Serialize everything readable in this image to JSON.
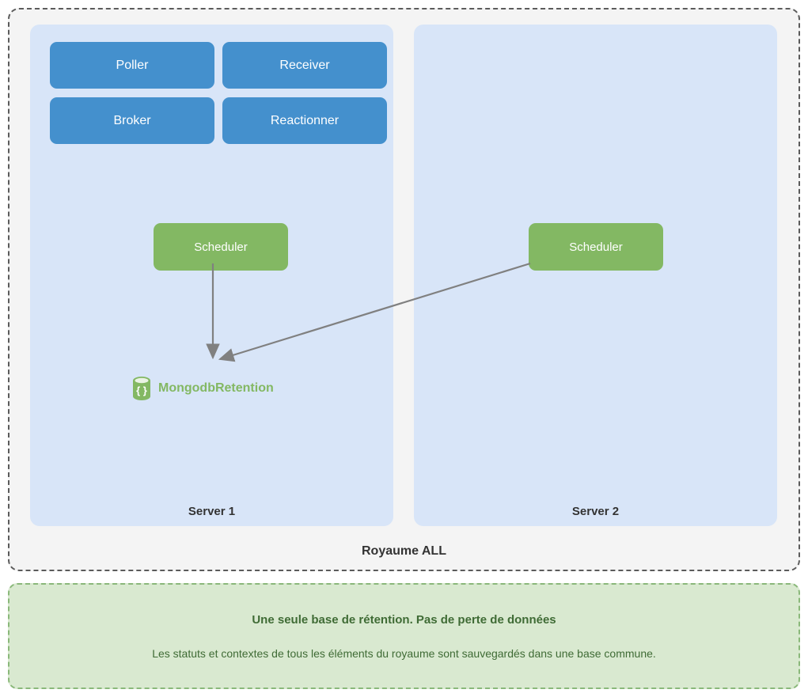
{
  "realm": {
    "label": "Royaume ALL",
    "servers": [
      {
        "label": "Server 1",
        "services": [
          {
            "name": "Poller"
          },
          {
            "name": "Receiver"
          },
          {
            "name": "Broker"
          },
          {
            "name": "Reactionner"
          }
        ],
        "scheduler": "Scheduler",
        "database": {
          "label": "MongodbRetention",
          "icon": "database-icon"
        }
      },
      {
        "label": "Server 2",
        "services": [],
        "scheduler": "Scheduler"
      }
    ]
  },
  "note": {
    "title": "Une seule base de rétention. Pas de perte de données",
    "body": "Les statuts et contextes de tous les éléments du royaume sont sauvegardés dans une base commune."
  },
  "colors": {
    "service_blue": "#4490cd",
    "panel_blue": "#d8e5f8",
    "scheduler_green": "#83b863",
    "note_green_bg": "#d9e9d0",
    "note_green_border": "#8ab87a",
    "note_text": "#3f6b35",
    "realm_bg": "#f4f4f4",
    "realm_border": "#5b5b5b",
    "arrow_gray": "#808080"
  }
}
